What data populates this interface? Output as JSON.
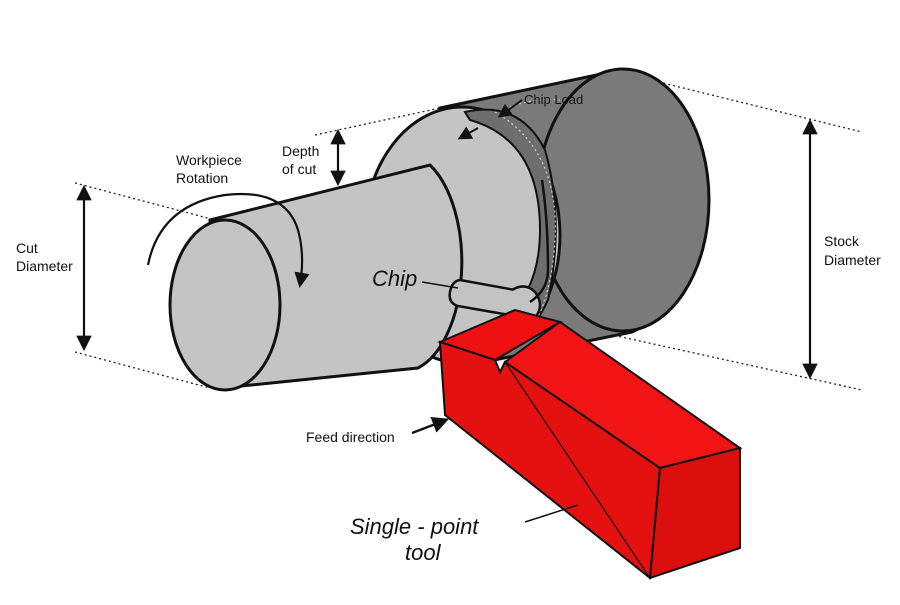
{
  "labels": {
    "chip_load": "Chip Load",
    "depth_of_cut_1": "Depth",
    "depth_of_cut_2": "of cut",
    "workpiece_rotation_1": "Workpiece",
    "workpiece_rotation_2": "Rotation",
    "cut_diameter_1": "Cut",
    "cut_diameter_2": "Diameter",
    "stock_diameter_1": "Stock",
    "stock_diameter_2": "Diameter",
    "chip": "Chip",
    "feed_direction": "Feed direction",
    "single_point_tool_1": "Single - point",
    "single_point_tool_2": "tool"
  },
  "colors": {
    "stock": "#7a7a7a",
    "stock_edge": "#6a6a6a",
    "workpiece": "#c4c4c4",
    "tool": "#ee1111",
    "outline": "#111111"
  }
}
